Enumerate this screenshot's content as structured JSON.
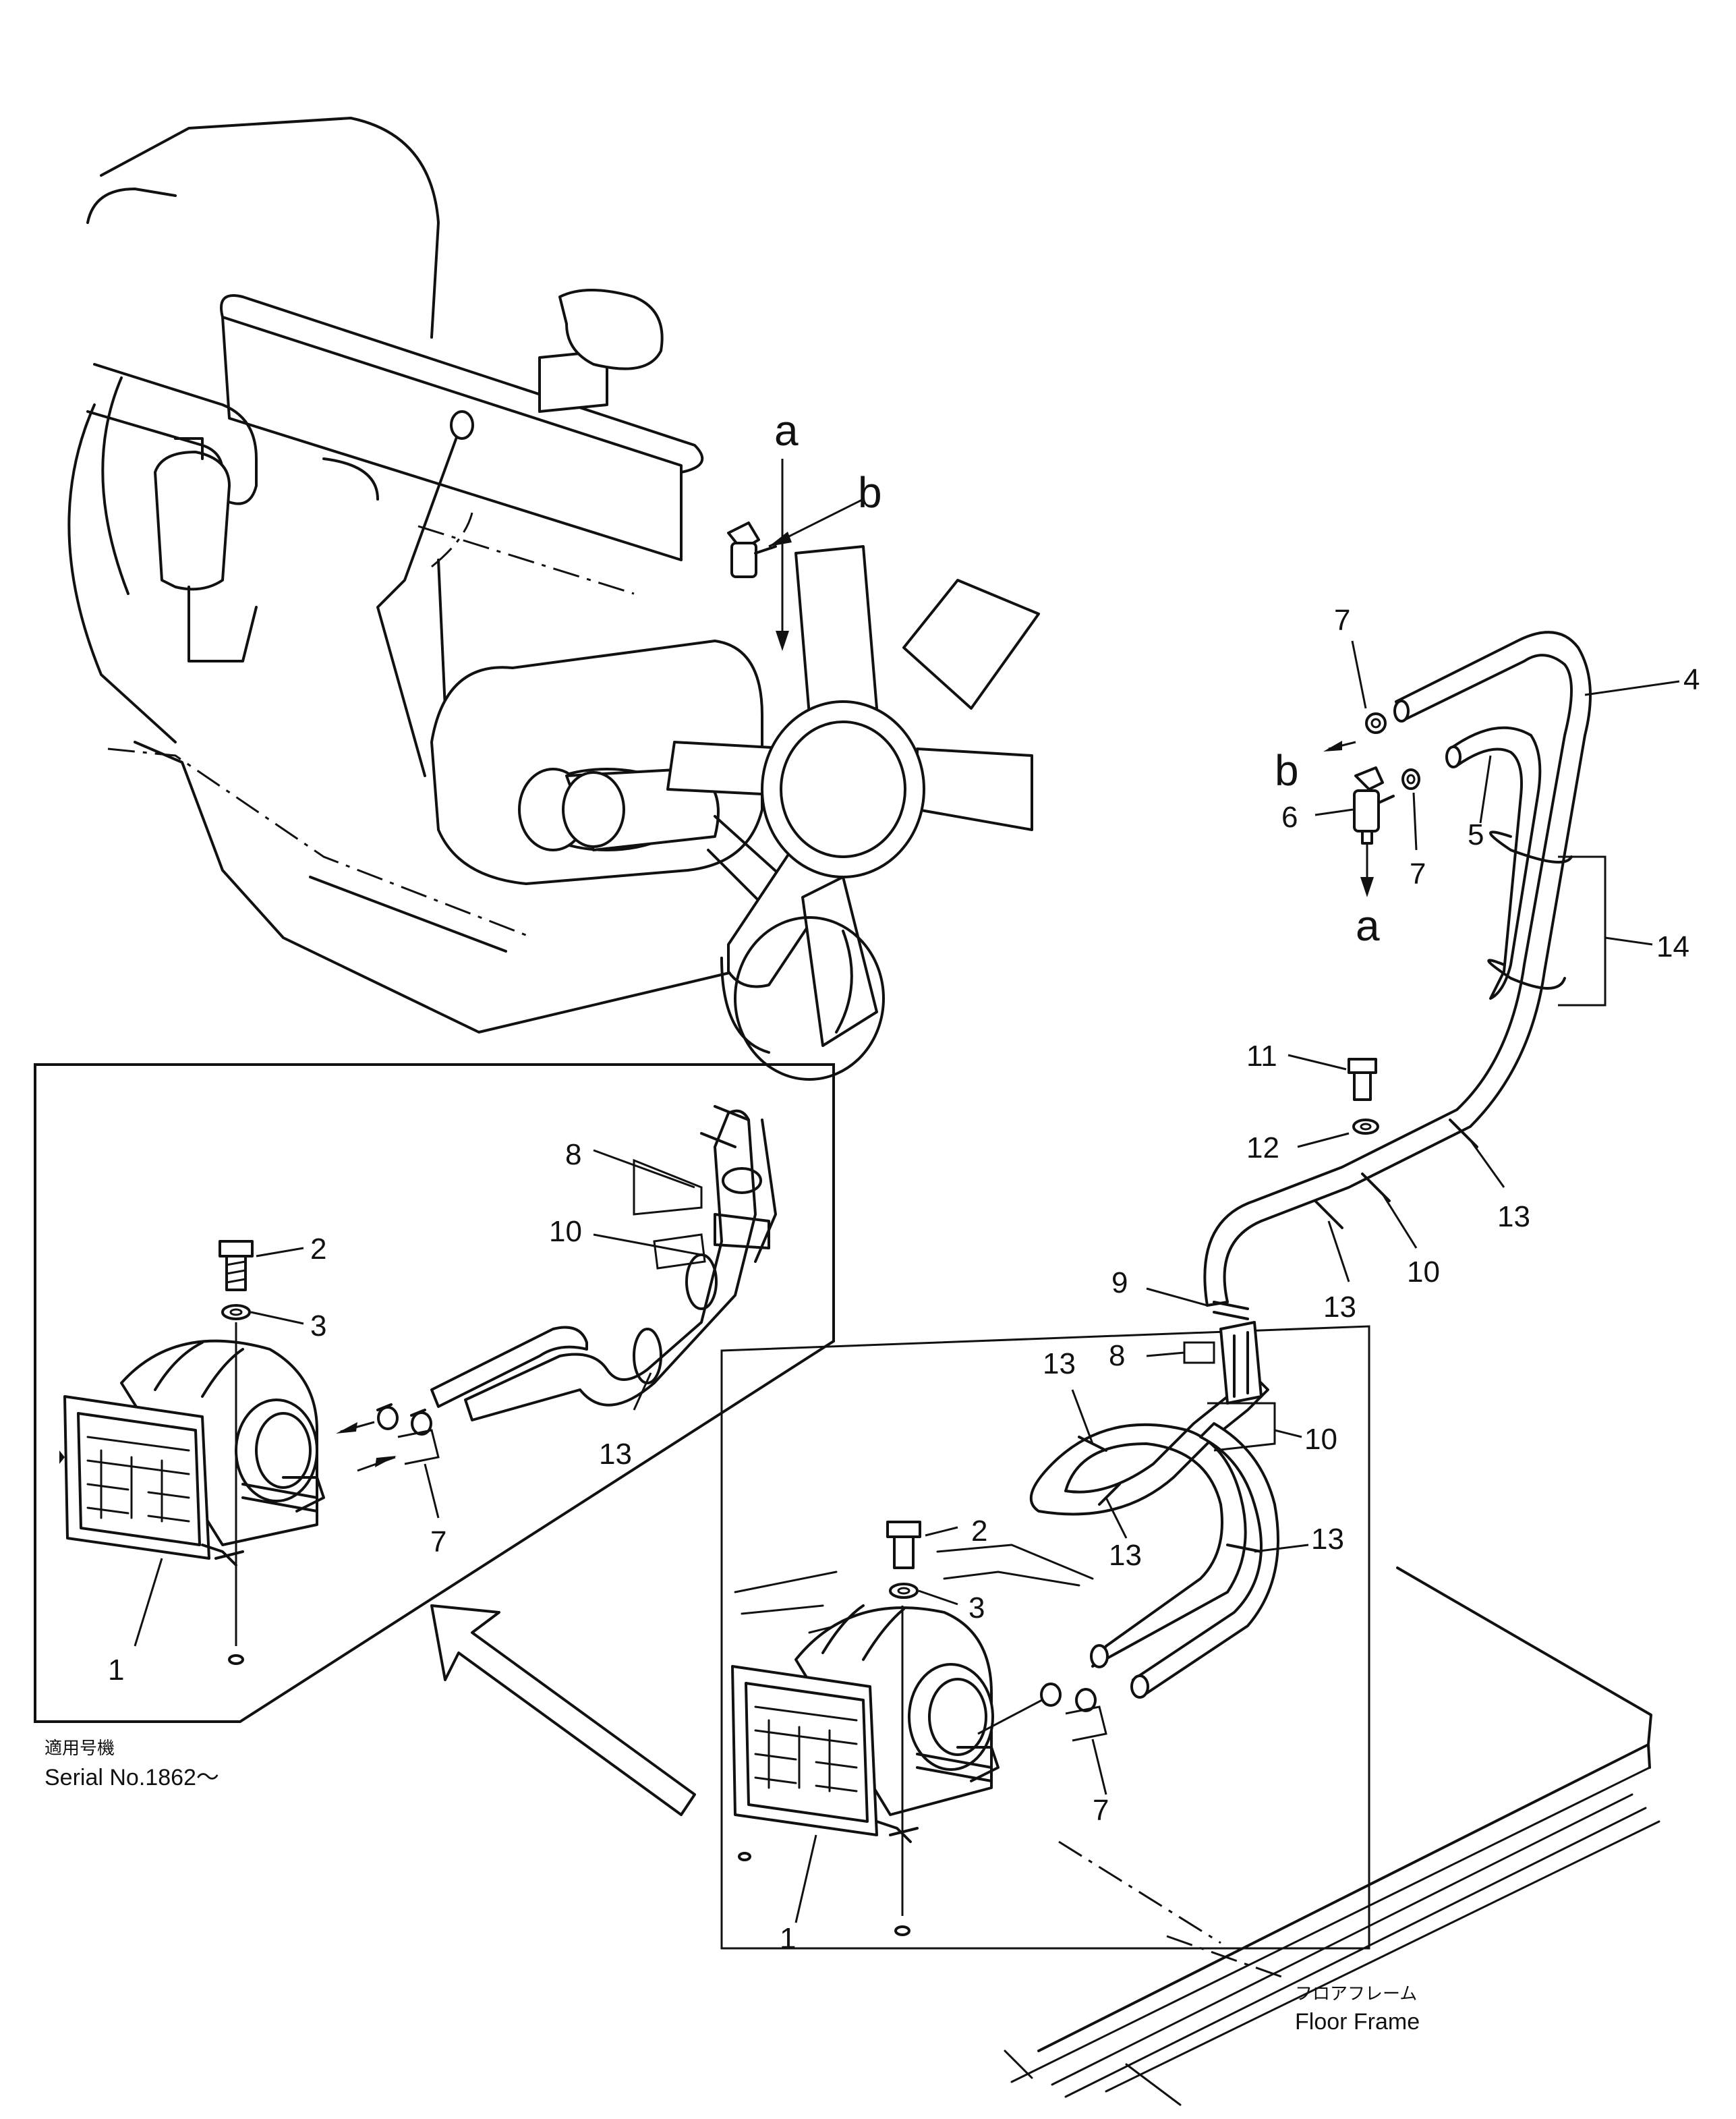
{
  "labels": {
    "a": "a",
    "b": "b",
    "p1": "1",
    "p2": "2",
    "p3": "3",
    "p4": "4",
    "p5": "5",
    "p6": "6",
    "p7": "7",
    "p8": "8",
    "p9": "9",
    "p10": "10",
    "p11": "11",
    "p12": "12",
    "p13": "13",
    "p14": "14"
  },
  "inset": {
    "applicable_jp": "適用号機",
    "serial": "Serial No.1862～"
  },
  "floor_frame": {
    "jp": "フロアフレーム",
    "en": "Floor Frame"
  }
}
